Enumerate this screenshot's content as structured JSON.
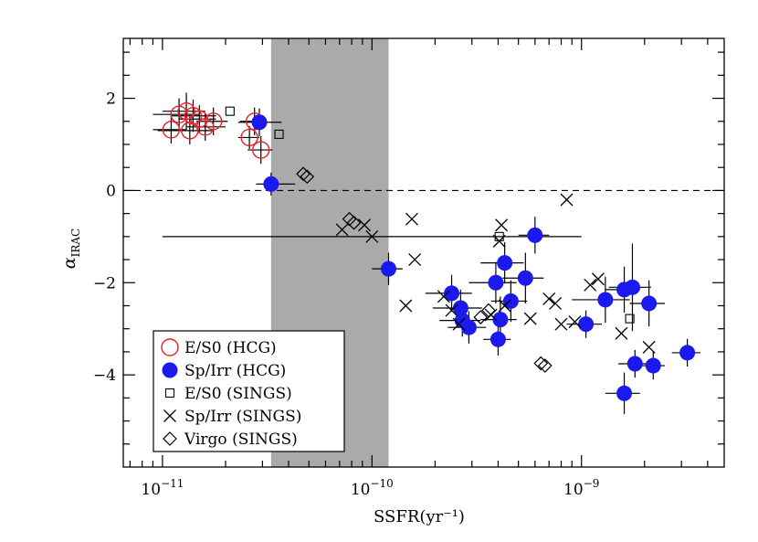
{
  "chart_data": {
    "type": "scatter",
    "title": "",
    "xlabel": "SSFR(yr⁻¹)",
    "ylabel_main": "α",
    "ylabel_sub": "IRAC",
    "x_scale": "log",
    "xlim": [
      6.5e-12,
      4.8e-09
    ],
    "ylim": [
      -6.0,
      3.3
    ],
    "x_ticks": [
      {
        "value": 1e-11,
        "base": "10",
        "exp": "−11"
      },
      {
        "value": 1e-10,
        "base": "10",
        "exp": "−10"
      },
      {
        "value": 1e-09,
        "base": "10",
        "exp": "−9"
      }
    ],
    "y_ticks": [
      {
        "value": 2,
        "label": "2"
      },
      {
        "value": 0,
        "label": "0"
      },
      {
        "value": -2,
        "label": "−2"
      },
      {
        "value": -4,
        "label": "−4"
      }
    ],
    "shaded_band": {
      "x0": 3.3e-11,
      "x1": 1.2e-10,
      "color": "#aaaaaa"
    },
    "reference_line": {
      "y": 0,
      "style": "dashed"
    },
    "legend_position": "bottom-left",
    "series": [
      {
        "name": "E/S0 (HCG)",
        "marker": "open-circle",
        "color": "#e8202a",
        "points": [
          {
            "x": 1.1e-11,
            "y": 1.32,
            "xerr": [
              2e-12,
              2e-12
            ],
            "yerr": 0.3
          },
          {
            "x": 1.2e-11,
            "y": 1.65,
            "xerr": [
              3e-12,
              3e-12
            ],
            "yerr": 0.35
          },
          {
            "x": 1.3e-11,
            "y": 1.72,
            "xerr": [
              3e-12,
              3e-12
            ],
            "yerr": 0.4
          },
          {
            "x": 1.35e-11,
            "y": 1.3,
            "xerr": [
              4e-12,
              4e-12
            ],
            "yerr": 0.3
          },
          {
            "x": 1.4e-11,
            "y": 1.62,
            "xerr": [
              3e-12,
              4e-12
            ],
            "yerr": 0.35
          },
          {
            "x": 1.5e-11,
            "y": 1.55,
            "xerr": [
              3e-12,
              3e-12
            ],
            "yerr": 0.3
          },
          {
            "x": 1.6e-11,
            "y": 1.38,
            "xerr": [
              3e-12,
              4e-12
            ],
            "yerr": 0.3
          },
          {
            "x": 1.75e-11,
            "y": 1.5,
            "xerr": [
              3e-12,
              3e-12
            ],
            "yerr": 0.3
          },
          {
            "x": 2.75e-11,
            "y": 1.5,
            "xerr": [
              4e-12,
              4e-12
            ],
            "yerr": 0.3
          },
          {
            "x": 2.6e-11,
            "y": 1.15,
            "xerr": [
              3e-12,
              3e-12
            ],
            "yerr": 0.25
          },
          {
            "x": 2.95e-11,
            "y": 0.88,
            "xerr": [
              4e-12,
              4e-12
            ],
            "yerr": 0.3
          }
        ]
      },
      {
        "name": "Sp/Irr (HCG)",
        "marker": "filled-circle",
        "color": "#1a1aee",
        "points": [
          {
            "x": 2.9e-11,
            "y": 1.48,
            "xerr": [
              6e-12,
              8e-12
            ],
            "yerr": 0.3
          },
          {
            "x": 3.3e-11,
            "y": 0.14,
            "xerr": [
              5e-12,
              1e-11
            ],
            "yerr": 0.25
          },
          {
            "x": 1.2e-10,
            "y": -1.7,
            "xerr": [
              2e-11,
              2e-11
            ],
            "yerr": 0.35
          },
          {
            "x": 2.4e-10,
            "y": -2.23,
            "xerr": [
              6e-11,
              6e-11
            ],
            "yerr": 0.4
          },
          {
            "x": 2.65e-10,
            "y": -2.55,
            "xerr": [
              7e-11,
              7e-11
            ],
            "yerr": 0.4
          },
          {
            "x": 2.7e-10,
            "y": -2.82,
            "xerr": [
              6e-11,
              6e-11
            ],
            "yerr": 0.35
          },
          {
            "x": 2.9e-10,
            "y": -2.97,
            "xerr": [
              6e-11,
              6e-11
            ],
            "yerr": 0.35
          },
          {
            "x": 3.9e-10,
            "y": -2.0,
            "xerr": [
              1e-10,
              1e-10
            ],
            "yerr": 0.45
          },
          {
            "x": 4.1e-10,
            "y": -2.8,
            "xerr": [
              8e-11,
              8e-11
            ],
            "yerr": 0.5
          },
          {
            "x": 4.3e-10,
            "y": -1.57,
            "xerr": [
              1e-10,
              1e-10
            ],
            "yerr": 0.45
          },
          {
            "x": 4.6e-10,
            "y": -2.4,
            "xerr": [
              9e-11,
              9e-11
            ],
            "yerr": 0.45
          },
          {
            "x": 4e-10,
            "y": -3.23,
            "xerr": [
              6e-11,
              6e-11
            ],
            "yerr": 0.35
          },
          {
            "x": 5.4e-10,
            "y": -1.9,
            "xerr": [
              1.2e-10,
              1.2e-10
            ],
            "yerr": 0.55
          },
          {
            "x": 6e-10,
            "y": -0.97,
            "xerr": [
              1e-10,
              1e-10
            ],
            "yerr": 0.4
          },
          {
            "x": 1.05e-09,
            "y": -2.9,
            "xerr": [
              2e-10,
              2e-10
            ],
            "yerr": 0.3
          },
          {
            "x": 1.3e-09,
            "y": -2.37,
            "xerr": [
              4e-10,
              4e-10
            ],
            "yerr": 0.5
          },
          {
            "x": 1.6e-09,
            "y": -2.15,
            "xerr": [
              3e-10,
              3e-10
            ],
            "yerr": 0.5
          },
          {
            "x": 1.75e-09,
            "y": -2.1,
            "xerr": [
              4e-10,
              4e-10
            ],
            "yerr": 0.95
          },
          {
            "x": 1.6e-09,
            "y": -4.4,
            "xerr": [
              3e-10,
              3e-10
            ],
            "yerr": 0.45
          },
          {
            "x": 1.8e-09,
            "y": -3.76,
            "xerr": [
              3e-10,
              3e-10
            ],
            "yerr": 0.3
          },
          {
            "x": 2.1e-09,
            "y": -2.45,
            "xerr": [
              4e-10,
              4e-10
            ],
            "yerr": 0.5
          },
          {
            "x": 2.2e-09,
            "y": -3.8,
            "xerr": [
              3e-10,
              3e-10
            ],
            "yerr": 0.3
          },
          {
            "x": 3.2e-09,
            "y": -3.52,
            "xerr": [
              5e-10,
              5e-10
            ],
            "yerr": 0.3
          }
        ]
      },
      {
        "name": "E/S0 (SINGS)",
        "marker": "open-square",
        "color": "#000000",
        "points": [
          {
            "x": 2.1e-11,
            "y": 1.72
          },
          {
            "x": 3.6e-11,
            "y": 1.22
          },
          {
            "x": 4.05e-10,
            "y": -1.0
          },
          {
            "x": 1.7e-09,
            "y": -2.78
          }
        ]
      },
      {
        "name": "Sp/Irr (SINGS)",
        "marker": "cross",
        "color": "#000000",
        "points": [
          {
            "x": 7.2e-11,
            "y": -0.85
          },
          {
            "x": 9.2e-11,
            "y": -0.75
          },
          {
            "x": 1e-10,
            "y": -1.0,
            "xerr": [
              9e-11,
              9e-10
            ]
          },
          {
            "x": 1.45e-10,
            "y": -2.5
          },
          {
            "x": 1.55e-10,
            "y": -0.62
          },
          {
            "x": 1.6e-10,
            "y": -1.5
          },
          {
            "x": 2.2e-10,
            "y": -2.3
          },
          {
            "x": 2.4e-10,
            "y": -2.6
          },
          {
            "x": 2.6e-10,
            "y": -2.9
          },
          {
            "x": 3.7e-10,
            "y": -2.7
          },
          {
            "x": 4.05e-10,
            "y": -1.1
          },
          {
            "x": 4.15e-10,
            "y": -0.75
          },
          {
            "x": 4.3e-10,
            "y": -2.5
          },
          {
            "x": 5.7e-10,
            "y": -2.78
          },
          {
            "x": 7e-10,
            "y": -2.35
          },
          {
            "x": 7.5e-10,
            "y": -2.45
          },
          {
            "x": 8e-10,
            "y": -2.9
          },
          {
            "x": 8.5e-10,
            "y": -0.2
          },
          {
            "x": 9.3e-10,
            "y": -2.85
          },
          {
            "x": 1.1e-09,
            "y": -2.05
          },
          {
            "x": 1.2e-09,
            "y": -1.92
          },
          {
            "x": 1.55e-09,
            "y": -3.1
          },
          {
            "x": 2.1e-09,
            "y": -3.4
          }
        ]
      },
      {
        "name": "Virgo (SINGS)",
        "marker": "open-diamond",
        "color": "#000000",
        "points": [
          {
            "x": 4.7e-11,
            "y": 0.36
          },
          {
            "x": 4.9e-11,
            "y": 0.3
          },
          {
            "x": 7.8e-11,
            "y": -0.62
          },
          {
            "x": 8.2e-11,
            "y": -0.7
          },
          {
            "x": 3.3e-10,
            "y": -2.75
          },
          {
            "x": 3.6e-10,
            "y": -2.6
          },
          {
            "x": 6.4e-10,
            "y": -3.75
          },
          {
            "x": 6.7e-10,
            "y": -3.8
          }
        ]
      }
    ]
  }
}
